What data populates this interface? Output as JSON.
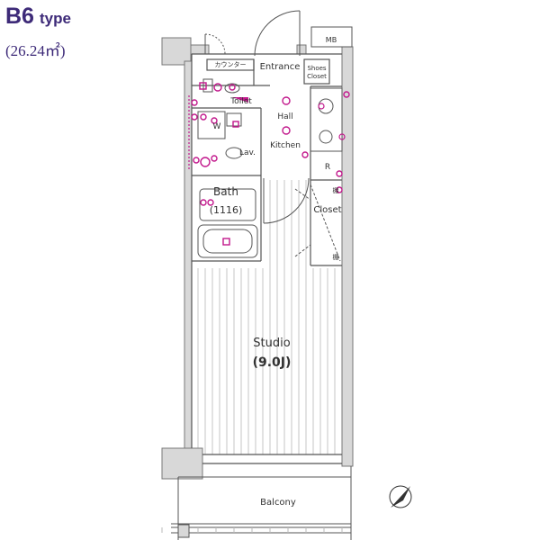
{
  "header": {
    "type_code": "B6",
    "type_word": "type",
    "area": "(26.24㎡)"
  },
  "rooms": {
    "counter": "カウンター",
    "entrance": "Entrance",
    "shoes_closet_line1": "Shoes",
    "shoes_closet_line2": "Closet",
    "toilet": "Toilet",
    "hall": "Hall",
    "washer": "W",
    "lav": "Lav.",
    "kitchen": "Kitchen",
    "refrigerator": "R",
    "bath": "Bath",
    "bath_size": "(1116)",
    "closet": "Closet",
    "shelf_upper": "棚",
    "shelf_lower": "棚",
    "studio": "Studio",
    "studio_size": "(9.0J)",
    "balcony": "Balcony",
    "meter_box": "MB"
  },
  "colors": {
    "title": "#3d2a78",
    "walls": "#9a9a9a",
    "lines": "#555555",
    "fixtures": "#c2188c"
  },
  "icons": {
    "compass": "north-arrow-icon"
  }
}
